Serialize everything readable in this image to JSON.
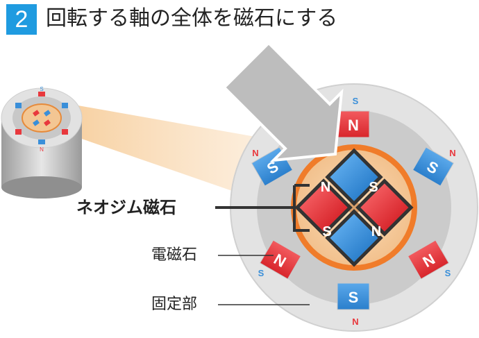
{
  "step_number": "2",
  "heading": "回転する軸の全体を磁石にする",
  "labels": {
    "neodymium_magnet": "ネオジム磁石",
    "electromagnet": "電磁石",
    "stator": "固定部"
  },
  "poles": {
    "north": "N",
    "south": "S"
  },
  "colors": {
    "badge": "#1f9be0",
    "north_magnet": "#e8383d",
    "south_magnet": "#3a8fd9",
    "rotor_ring": "#f07c2a",
    "rotor_fill": "#f6cfa3",
    "stator_outer": "#e3e3e3",
    "stator_inner": "#c9c9c9",
    "arrow": "#bdbdbd"
  }
}
